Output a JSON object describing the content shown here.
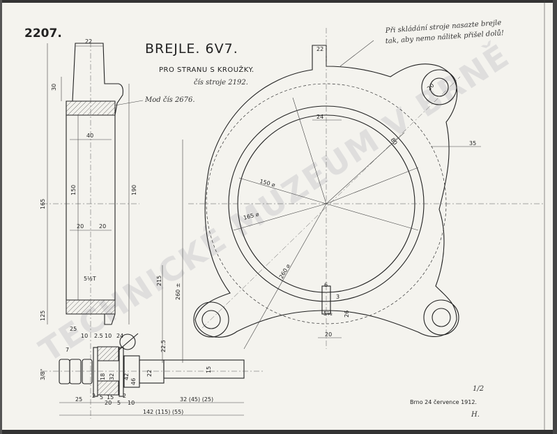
{
  "drawing": {
    "number": "2207.",
    "title": "BREJLE. 6V7.",
    "subtitle": "PRO STRANU S KROUŽKY.",
    "machine_no": "čís stroje 2192.",
    "reference": "Mod čís 2676.",
    "note_line1": "Při skládání stroje nasazte brejle",
    "note_line2": "tak, aby nemo nálitek přišel dolů!",
    "place_date": "Brno 24 července 1912.",
    "sheet_mark": "1/2",
    "signature": "H.",
    "watermark": "TECHNICKÉ MUZEUM V BRNĚ"
  },
  "dimensions": {
    "hub_top": "22",
    "hub_h": "30",
    "bore": "40",
    "len150": "150",
    "len190": "190",
    "len165": "165",
    "half_l": "20",
    "half_r": "20",
    "flange": "125",
    "d25": "25",
    "d10": "10",
    "d24": "24",
    "d25b": "2.5",
    "d10b": "10",
    "key": "5½T",
    "nut": "7",
    "thread": "3/8\"",
    "d18": "18",
    "d32": "32",
    "d42": "42",
    "d46": "46",
    "d22": "22",
    "d225": "22.5",
    "d15": "15",
    "b25": "25",
    "b2a": "2",
    "b5a": "5",
    "b15": "15",
    "b20": "20",
    "b5b": "5",
    "b2b": "2",
    "b10": "10",
    "total1": "32 (45) (25)",
    "total2": "142 (115) (55)",
    "h215": "215",
    "h260": "260 ±",
    "top22": "22",
    "top24": "24",
    "r80": "80",
    "r35": "35",
    "dia150": "150 ⌀",
    "dia165": "165 ⌀",
    "dia260": "260 ⌀",
    "s6": "6",
    "s3": "3",
    "s26": "26",
    "s5": "5½",
    "s20": "20",
    "lug20": "20"
  }
}
